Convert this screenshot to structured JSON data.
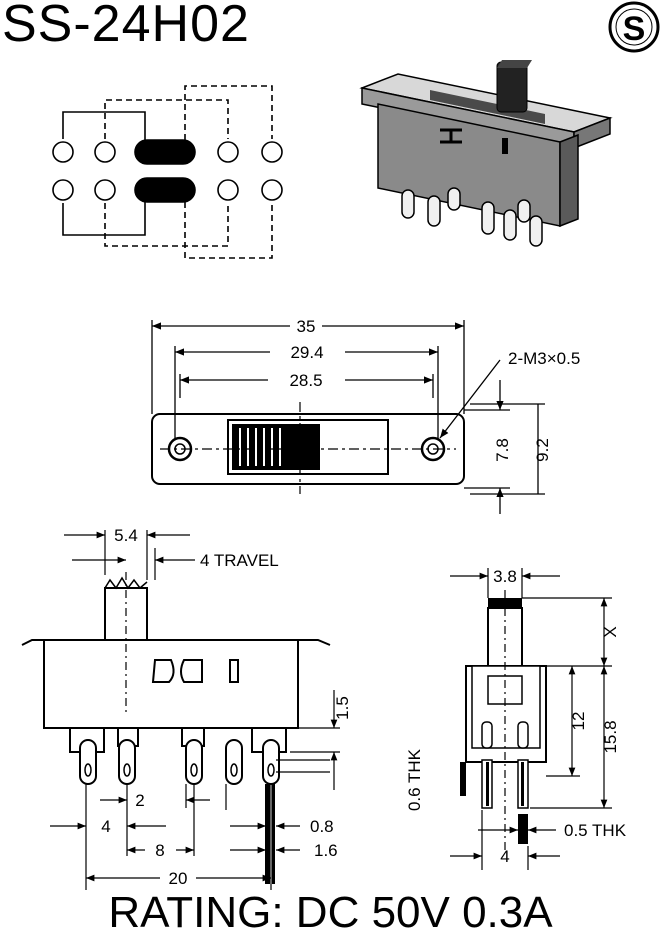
{
  "title": "SS-24H02",
  "logo_letter": "S",
  "rating": "RATING: DC 50V 0.3A",
  "dimensions": {
    "overall_length": "35",
    "hole_spacing": "29.4",
    "slot_length": "28.5",
    "mount_holes": "2-M3×0.5",
    "body_height": "7.8",
    "flange_height": "9.2",
    "actuator_width": "5.4",
    "travel": "4 TRAVEL",
    "pin_extension": "1.5",
    "pitch_2": "2",
    "pitch_4": "4",
    "pitch_8": "8",
    "pin_span": "20",
    "pin_width": "0.8",
    "pin_offset": "1.6",
    "side_actuator": "3.8",
    "side_x": "X",
    "side_12": "12",
    "side_15_8": "15.8",
    "thk_06": "0.6 THK",
    "thk_05": "0.5 THK",
    "side_pitch": "4"
  }
}
